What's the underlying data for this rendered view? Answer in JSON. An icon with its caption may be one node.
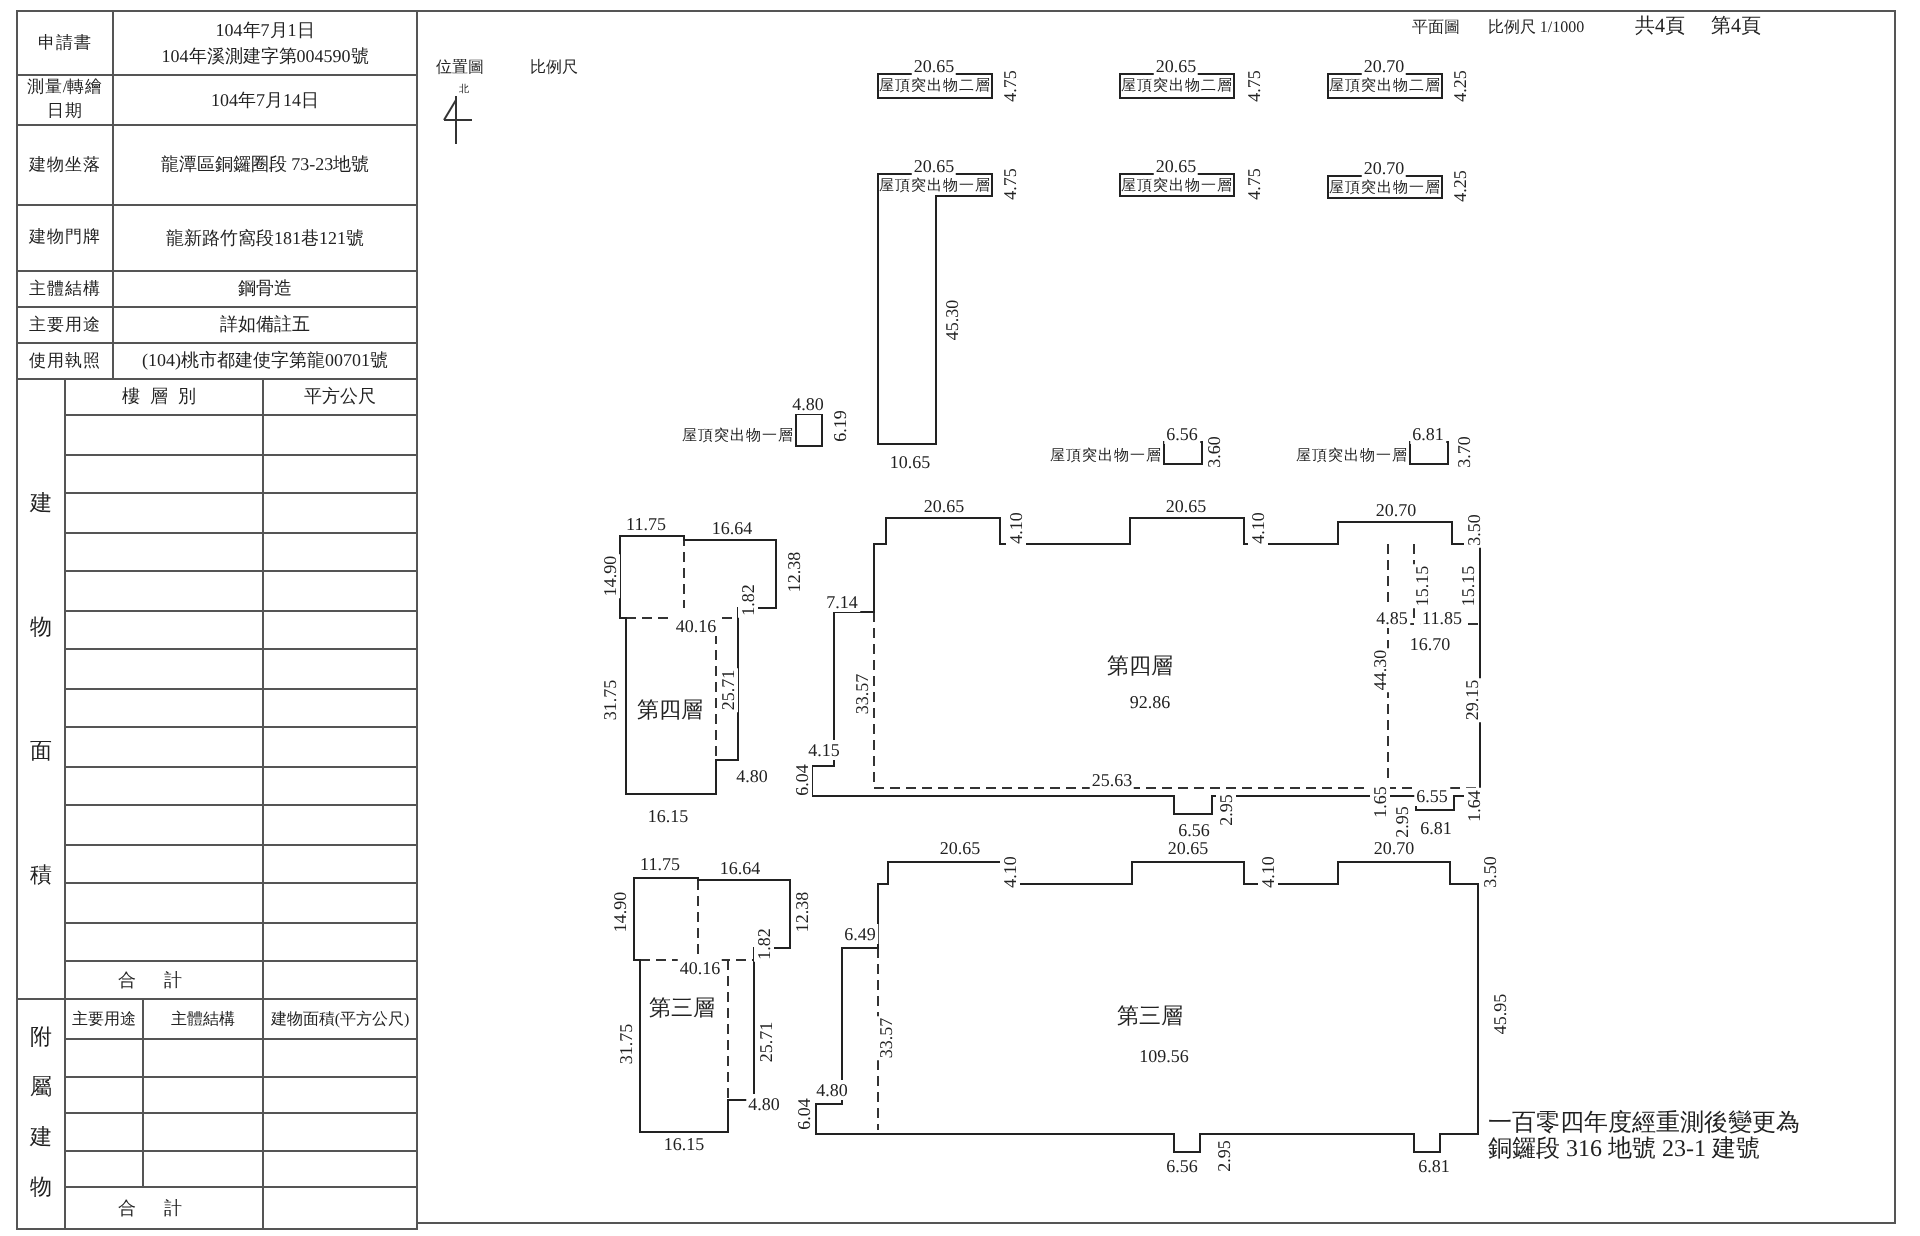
{
  "diagram": {
    "nodes": [
      {
        "text": [
          "屋頂突出物二層"
        ]
      },
      {
        "text": [
          "屋頂突出物二層"
        ]
      },
      {
        "text": [
          "屋頂突出物二層"
        ]
      },
      {
        "text": [
          "屋頂突出物一層"
        ]
      },
      {
        "text": [
          "屋頂突出物一層"
        ]
      },
      {
        "text": [
          "屋頂突出物一層"
        ]
      },
      {
        "text": [
          "屋頂突出物一層"
        ]
      },
      {
        "text": [
          "屋頂突出物一層"
        ]
      },
      {
        "text": [
          "屋頂突出物一層"
        ]
      },
      {
        "text": [
          "第四層"
        ]
      },
      {
        "text": [
          "第四層",
          "92.86"
        ]
      },
      {
        "text": [
          "第三層"
        ]
      },
      {
        "text": [
          "第三層",
          "109.56"
        ]
      }
    ],
    "labels": [
      "申請書",
      "104年7月1日",
      "104年溪測建字第004590號",
      "測量/轉繪日期",
      "104年7月14日",
      "建物坐落",
      "龍潭區銅鑼圈段 73-23地號",
      "建物門牌",
      "龍新路竹窩段181巷121號",
      "主體結構",
      "鋼骨造",
      "主要用途",
      "詳如備註五",
      "使用執照",
      "(104)桃市都建使字第龍00701號",
      "建物面積",
      "樓層別",
      "平方公尺",
      "合計",
      "附屬建物",
      "主要用途",
      "主體結構",
      "建物面積(平方公尺)",
      "合計",
      "位置圖",
      "比例尺",
      "北",
      "平面圖",
      "比例尺 1/1000",
      "共4頁",
      "第4頁",
      "20.65",
      "4.75",
      "20.65",
      "4.75",
      "20.70",
      "4.25",
      "20.65",
      "4.75",
      "20.65",
      "4.75",
      "20.70",
      "4.25",
      "45.30",
      "10.65",
      "4.80",
      "6.19",
      "6.56",
      "3.60",
      "6.81",
      "3.70",
      "11.75",
      "16.64",
      "14.90",
      "12.38",
      "40.16",
      "1.82",
      "31.75",
      "25.71",
      "4.80",
      "16.15",
      "20.65",
      "4.10",
      "20.65",
      "4.10",
      "20.70",
      "3.50",
      "7.14",
      "15.15",
      "15.15",
      "4.85",
      "11.85",
      "16.70",
      "33.57",
      "44.30",
      "29.15",
      "4.15",
      "6.04",
      "25.63",
      "1.65",
      "6.56",
      "2.95",
      "2.95",
      "6.55",
      "1.64",
      "6.81",
      "11.75",
      "16.64",
      "14.90",
      "12.38",
      "40.16",
      "1.82",
      "31.75",
      "25.71",
      "4.80",
      "16.15",
      "20.65",
      "4.10",
      "20.65",
      "4.10",
      "20.70",
      "3.50",
      "6.49",
      "33.57",
      "45.95",
      "4.80",
      "6.04",
      "6.56",
      "2.95",
      "6.81",
      "一百零四年度經重測後變更為銅鑼段 316 地號 23-1 建號"
    ]
  }
}
